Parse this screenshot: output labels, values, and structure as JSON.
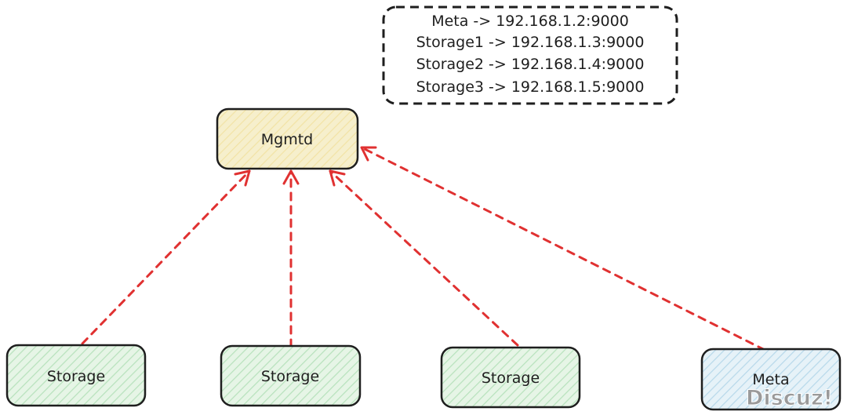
{
  "colors": {
    "stroke": "#1e1e1e",
    "arrow": "#e03131",
    "mgmtd_fill": "#f6efcc",
    "mgmtd_hatch": "#f2e3a6",
    "storage_fill": "#e6f5e6",
    "storage_hatch": "#b8e2bd",
    "meta_fill": "#e6f2f8",
    "meta_hatch": "#b8d9ea",
    "watermark": "#9a9a9a"
  },
  "note": {
    "lines": [
      "Meta -> 192.168.1.2:9000",
      "Storage1 -> 192.168.1.3:9000",
      "Storage2 -> 192.168.1.4:9000",
      "Storage3 -> 192.168.1.5:9000"
    ]
  },
  "nodes": {
    "mgmtd": {
      "label": "Mgmtd"
    },
    "storage_1": {
      "label": "Storage"
    },
    "storage_2": {
      "label": "Storage"
    },
    "storage_3": {
      "label": "Storage"
    },
    "meta": {
      "label": "Meta"
    }
  },
  "watermark": {
    "text": "Discuz!"
  }
}
